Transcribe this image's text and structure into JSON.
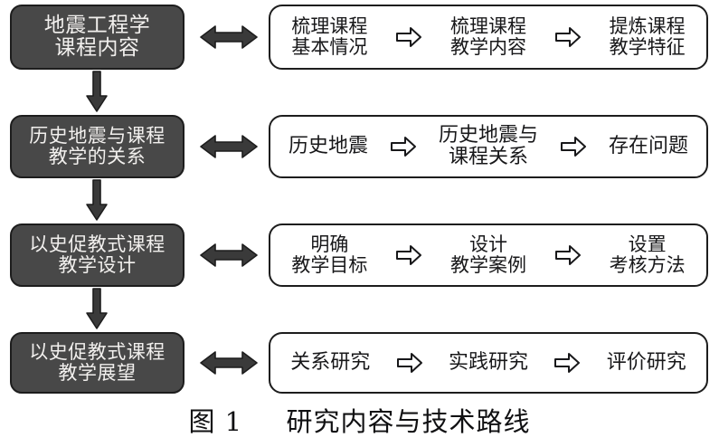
{
  "figure": {
    "caption_label": "图 1",
    "caption_title": "研究内容与技术路线",
    "colors": {
      "stage_fill": "#484848",
      "stage_text": "#f2f0ee",
      "stage_border": "#1d1d1d",
      "detail_fill": "#ffffff",
      "detail_text": "#18181a",
      "detail_border": "#1d1d1d",
      "arrow_fill": "#3a3a3a"
    },
    "rows": [
      {
        "stage": {
          "line1": "地震工程学",
          "line2": "课程内容"
        },
        "link_icon": "double-headed-arrow-icon",
        "steps": [
          {
            "line1": "梳理课程",
            "line2": "基本情况"
          },
          {
            "line1": "梳理课程",
            "line2": "教学内容"
          },
          {
            "line1": "提炼课程",
            "line2": "教学特征"
          }
        ],
        "step_arrow_icon": "right-block-arrow-icon"
      },
      {
        "stage": {
          "line1": "历史地震与课程",
          "line2": "教学的关系"
        },
        "link_icon": "double-headed-arrow-icon",
        "steps": [
          {
            "line1": "历史地震",
            "line2": ""
          },
          {
            "line1": "历史地震与",
            "line2": "课程关系"
          },
          {
            "line1": "存在问题",
            "line2": ""
          }
        ],
        "step_arrow_icon": "right-block-arrow-icon"
      },
      {
        "stage": {
          "line1": "以史促教式课程",
          "line2": "教学设计"
        },
        "link_icon": "double-headed-arrow-icon",
        "steps": [
          {
            "line1": "明确",
            "line2": "教学目标"
          },
          {
            "line1": "设计",
            "line2": "教学案例"
          },
          {
            "line1": "设置",
            "line2": "考核方法"
          }
        ],
        "step_arrow_icon": "right-block-arrow-icon"
      },
      {
        "stage": {
          "line1": "以史促教式课程",
          "line2": "教学展望"
        },
        "link_icon": "double-headed-arrow-icon",
        "steps": [
          {
            "line1": "关系研究",
            "line2": ""
          },
          {
            "line1": "实践研究",
            "line2": ""
          },
          {
            "line1": "评价研究",
            "line2": ""
          }
        ],
        "step_arrow_icon": "right-block-arrow-icon"
      }
    ],
    "flow_arrows": [
      {
        "icon": "down-arrow-icon",
        "from": "地震工程学课程内容",
        "to": "历史地震与课程教学的关系"
      },
      {
        "icon": "down-arrow-icon",
        "from": "历史地震与课程教学的关系",
        "to": "以史促教式课程教学设计"
      },
      {
        "icon": "down-arrow-icon",
        "from": "以史促教式课程教学设计",
        "to": "以史促教式课程教学展望"
      }
    ]
  }
}
